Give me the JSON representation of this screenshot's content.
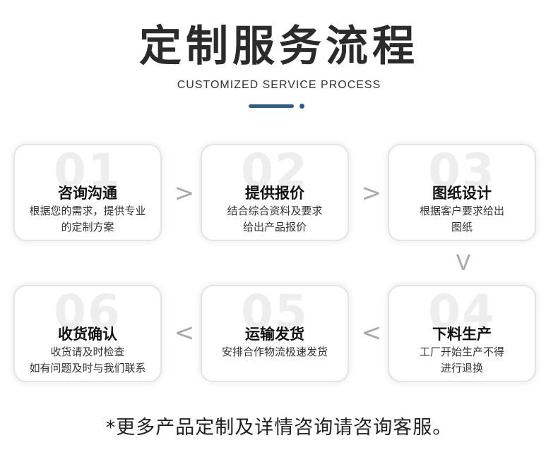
{
  "header": {
    "title": "定制服务流程",
    "subtitle": "CUSTOMIZED SERVICE PROCESS"
  },
  "colors": {
    "accent": "#2e5d87",
    "number_watermark": "#eeeeee",
    "arrow": "#a9a9a9"
  },
  "steps": [
    {
      "num": "01",
      "title": "咨询沟通",
      "desc1": "根据您的需求，提供专业",
      "desc2": "的定制方案"
    },
    {
      "num": "02",
      "title": "提供报价",
      "desc1": "结合综合资料及要求",
      "desc2": "给出产品报价"
    },
    {
      "num": "03",
      "title": "图纸设计",
      "desc1": "根据客户要求给出",
      "desc2": "图纸"
    },
    {
      "num": "04",
      "title": "下料生产",
      "desc1": "工厂开始生产不得",
      "desc2": "进行退换"
    },
    {
      "num": "05",
      "title": "运输发货",
      "desc1": "安排合作物流极速发货",
      "desc2": ""
    },
    {
      "num": "06",
      "title": "收货确认",
      "desc1": "收货请及时检查",
      "desc2": "如有问题及时与我们联系"
    }
  ],
  "arrows": {
    "right": ">",
    "left": "<",
    "down": "V"
  },
  "footer": {
    "note": "*更多产品定制及详情咨询请咨询客服。"
  }
}
